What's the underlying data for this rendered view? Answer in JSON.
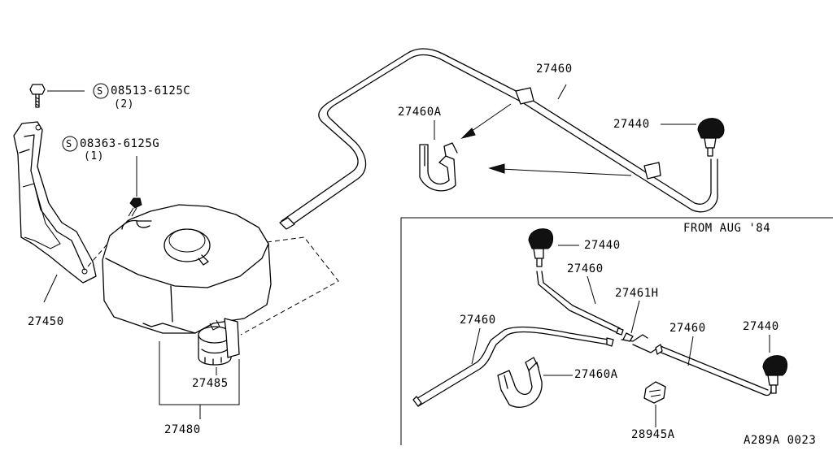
{
  "labels": {
    "bolt_code": "08513-6125C",
    "bolt_qty": "(2)",
    "screw_code": "08363-6125G",
    "screw_qty": "(1)",
    "s_mark": "S",
    "bracket": "27450",
    "tank_assy": "27480",
    "pump": "27485",
    "hose_main": "27460",
    "clip_main": "27460A",
    "nozzle_main": "27440",
    "inset_title": "FROM AUG '84",
    "inset_nozzle_upper": "27440",
    "inset_hose_upper": "27460",
    "inset_joint": "27461H",
    "inset_hose_left": "27460",
    "inset_hose_right": "27460",
    "inset_nozzle_right": "27440",
    "inset_clip": "27460A",
    "inset_clamp": "28945A",
    "figure_code": "A289A 0023"
  },
  "colors": {
    "line": "#000000",
    "background": "#ffffff"
  }
}
